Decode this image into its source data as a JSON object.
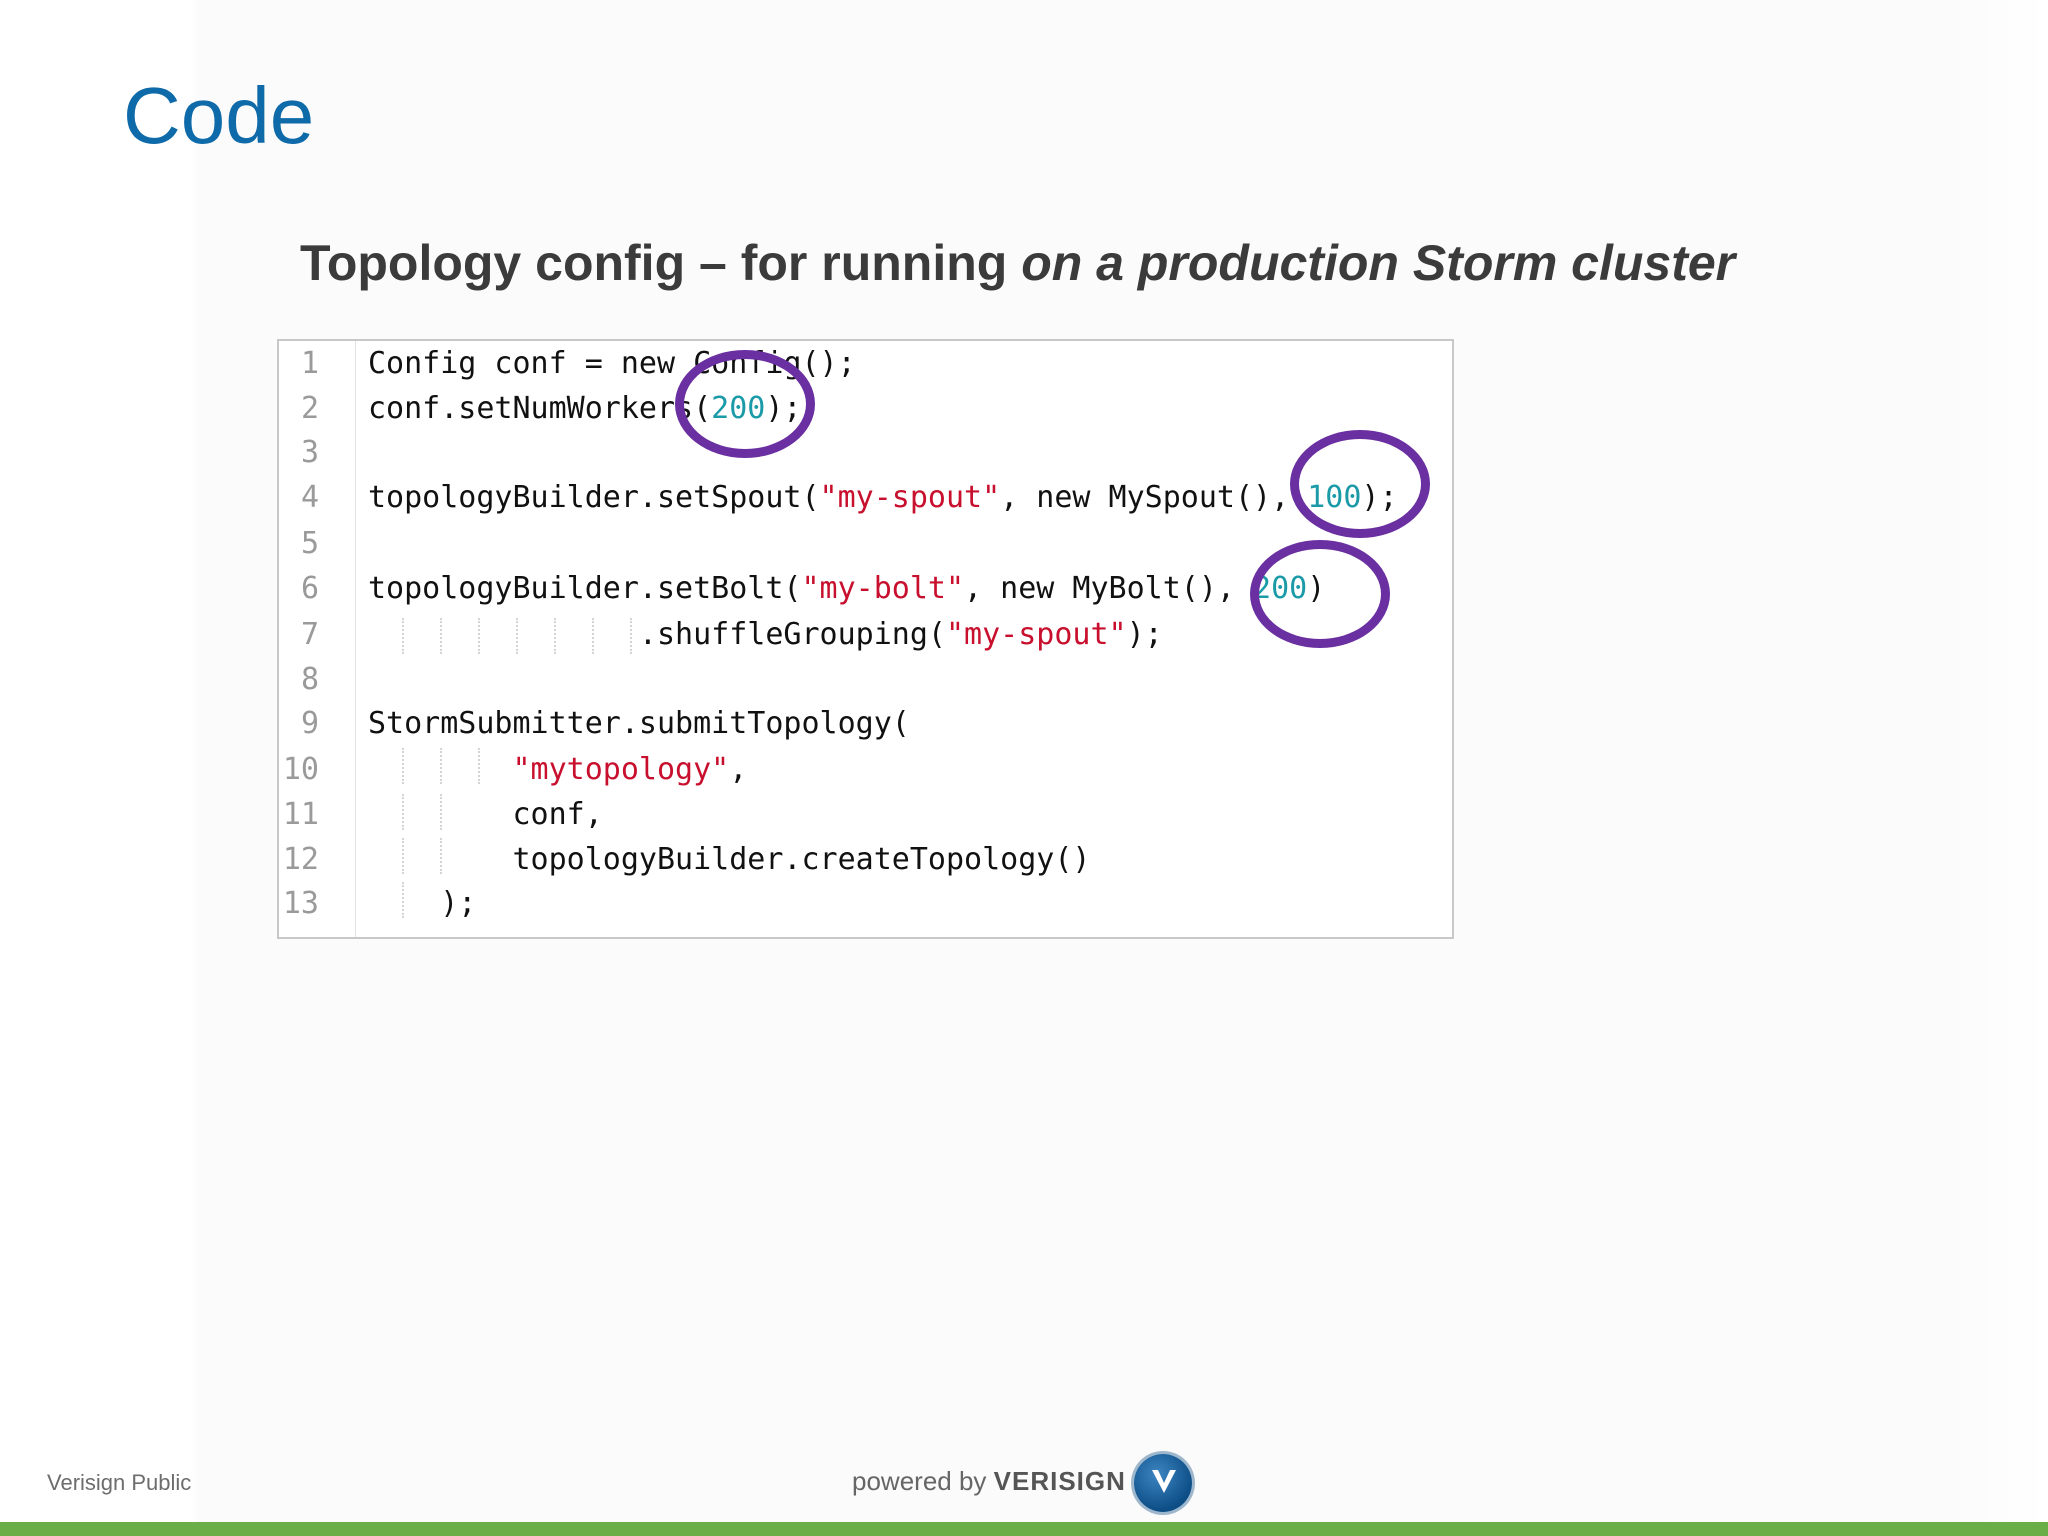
{
  "slide": {
    "title": "Code",
    "subtitle_plain": "Topology config – for running ",
    "subtitle_italic": "on a production Storm cluster"
  },
  "code": {
    "line_numbers": [
      "1",
      "2",
      "3",
      "4",
      "5",
      "6",
      "7",
      "8",
      "9",
      "10",
      "11",
      "12",
      "13"
    ],
    "lines": [
      {
        "parts": [
          {
            "t": "Config conf = new Config();",
            "c": "plain"
          }
        ]
      },
      {
        "parts": [
          {
            "t": "conf.setNumWorkers(",
            "c": "plain"
          },
          {
            "t": "200",
            "c": "num"
          },
          {
            "t": ");",
            "c": "plain"
          }
        ]
      },
      {
        "parts": []
      },
      {
        "parts": [
          {
            "t": "topologyBuilder.setSpout(",
            "c": "plain"
          },
          {
            "t": "\"my-spout\"",
            "c": "str"
          },
          {
            "t": ", new MySpout(), ",
            "c": "plain"
          },
          {
            "t": "100",
            "c": "num"
          },
          {
            "t": ");",
            "c": "plain"
          }
        ]
      },
      {
        "parts": []
      },
      {
        "parts": [
          {
            "t": "topologyBuilder.setBolt(",
            "c": "plain"
          },
          {
            "t": "\"my-bolt\"",
            "c": "str"
          },
          {
            "t": ", new MyBolt(), ",
            "c": "plain"
          },
          {
            "t": "200",
            "c": "num"
          },
          {
            "t": ")",
            "c": "plain"
          }
        ]
      },
      {
        "parts": [
          {
            "t": "               .shuffleGrouping(",
            "c": "plain"
          },
          {
            "t": "\"my-spout\"",
            "c": "str"
          },
          {
            "t": ");",
            "c": "plain"
          }
        ]
      },
      {
        "parts": []
      },
      {
        "parts": [
          {
            "t": "StormSubmitter.submitTopology(",
            "c": "plain"
          }
        ]
      },
      {
        "parts": [
          {
            "t": "        ",
            "c": "plain"
          },
          {
            "t": "\"mytopology\"",
            "c": "str"
          },
          {
            "t": ",",
            "c": "plain"
          }
        ]
      },
      {
        "parts": [
          {
            "t": "        conf,",
            "c": "plain"
          }
        ]
      },
      {
        "parts": [
          {
            "t": "        topologyBuilder.createTopology()",
            "c": "plain"
          }
        ]
      },
      {
        "parts": [
          {
            "t": "    );",
            "c": "plain"
          }
        ]
      }
    ]
  },
  "footer": {
    "left": "Verisign Public",
    "powered_by": "powered by ",
    "brand": "VERISIGN"
  },
  "colors": {
    "title": "#0e6aa8",
    "highlight_circle": "#6a2fa0",
    "bottom_bar": "#6aae47",
    "string": "#c8102e",
    "number": "#1b9aa8"
  }
}
